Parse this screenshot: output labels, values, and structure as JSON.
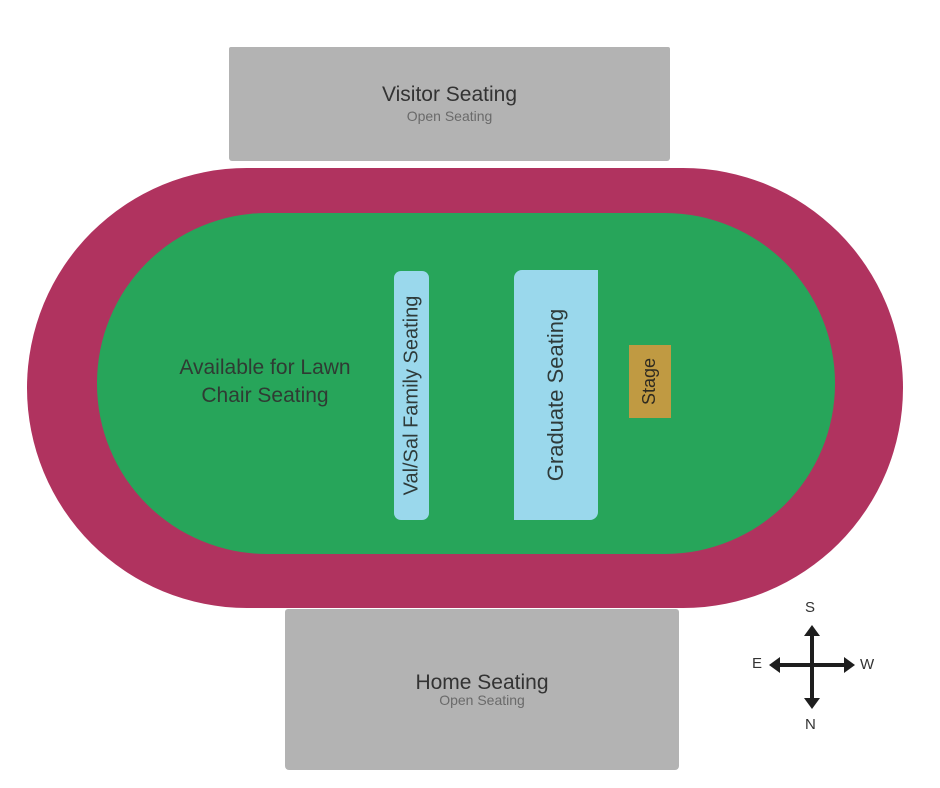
{
  "visitor_seating": {
    "title": "Visitor Seating",
    "subtitle": "Open Seating"
  },
  "home_seating": {
    "title": "Home Seating",
    "subtitle": "Open Seating"
  },
  "lawn": {
    "line1": "Available for Lawn",
    "line2": "Chair Seating"
  },
  "family_seating": {
    "label": "Val/Sal Family Seating"
  },
  "graduate_seating": {
    "label": "Graduate Seating"
  },
  "stage": {
    "label": "Stage"
  },
  "compass": {
    "top": "S",
    "bottom": "N",
    "left": "E",
    "right": "W"
  },
  "colors": {
    "track": "#b0335f",
    "field": "#27a55a",
    "seating_area": "#9ad8ec",
    "stage": "#c09a42",
    "bleachers": "#b3b3b3"
  }
}
